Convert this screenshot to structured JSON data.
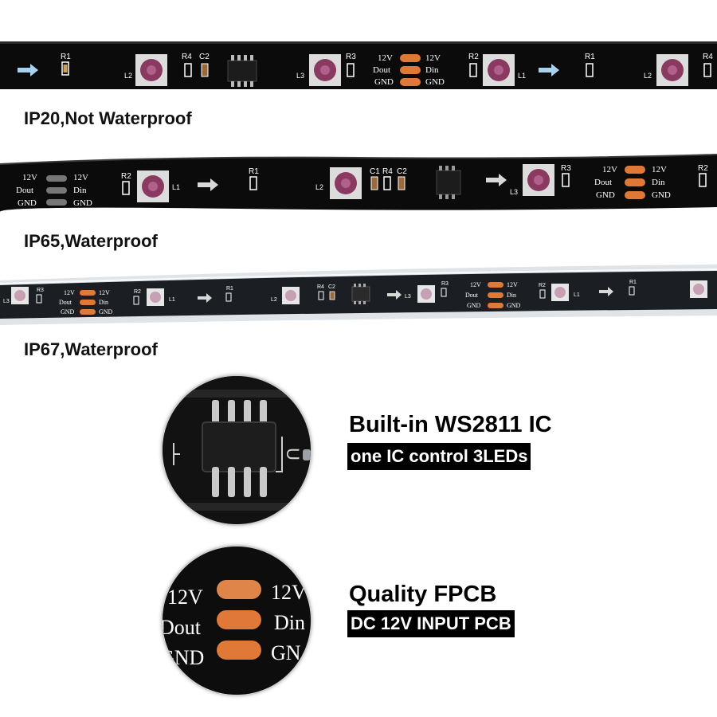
{
  "strips": [
    {
      "label": "IP20,Not Waterproof",
      "marks": {
        "R1": "R1",
        "R2": "R2",
        "R3": "R3",
        "R4": "R4",
        "C2": "C2",
        "L1": "L1",
        "L2": "L2",
        "L3": "L3",
        "pad_12v": "12V",
        "pad_dout": "Dout",
        "pad_din": "Din",
        "pad_gnd": "GND"
      }
    },
    {
      "label": "IP65,Waterproof",
      "marks": {
        "R1": "R1",
        "R2": "R2",
        "R3": "R3",
        "R4": "R4",
        "C1": "C1",
        "C2": "C2",
        "L1": "L1",
        "L2": "L2",
        "L3": "L3",
        "pad_12v": "12V",
        "pad_dout": "Dout",
        "pad_din": "Din",
        "pad_gnd": "GND"
      }
    },
    {
      "label": "IP67,Waterproof",
      "marks": {
        "R1": "R1",
        "R2": "R2",
        "R3": "R3",
        "R4": "R4",
        "C2": "C2",
        "L1": "L1",
        "L2": "L2",
        "L3": "L3",
        "pad_12v": "12V",
        "pad_dout": "Dout",
        "pad_din": "Din",
        "pad_gnd": "GND"
      }
    }
  ],
  "features": [
    {
      "title": "Built-in WS2811 IC",
      "subtitle": "one IC control 3LEDs"
    },
    {
      "title": "Quality FPCB",
      "subtitle": "DC 12V INPUT PCB",
      "pads": [
        "12V",
        "Dout",
        "GND"
      ],
      "pads_right": [
        "12V",
        "Din",
        "GN"
      ]
    }
  ],
  "colors": {
    "pcb": "#0b0b0b",
    "pad": "#e07838",
    "silkscreen": "#ffffff",
    "arrow": "#a9d2ee",
    "led_body": "#dcdcdc",
    "led_lens": "#8a3a60"
  }
}
